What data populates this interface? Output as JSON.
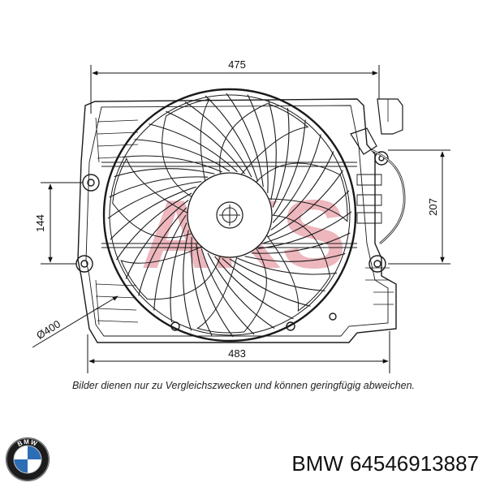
{
  "diagram": {
    "dimensions": {
      "top_width": "475",
      "bottom_width": "483",
      "left_height": "144",
      "right_height": "207",
      "fan_diameter": "Ø400"
    },
    "watermark_text": "AKS",
    "watermark_color": "#e8a0a8"
  },
  "disclaimer": "Bilder dienen nur zu Vergleichszwecken und können geringfügig abweichen.",
  "product": {
    "brand": "BMW",
    "part_number": "64546913887",
    "logo_text": "BMW"
  },
  "colors": {
    "line": "#1a1a1a",
    "logo_blue": "#2d6db5",
    "logo_ring": "#1c1c1c"
  }
}
